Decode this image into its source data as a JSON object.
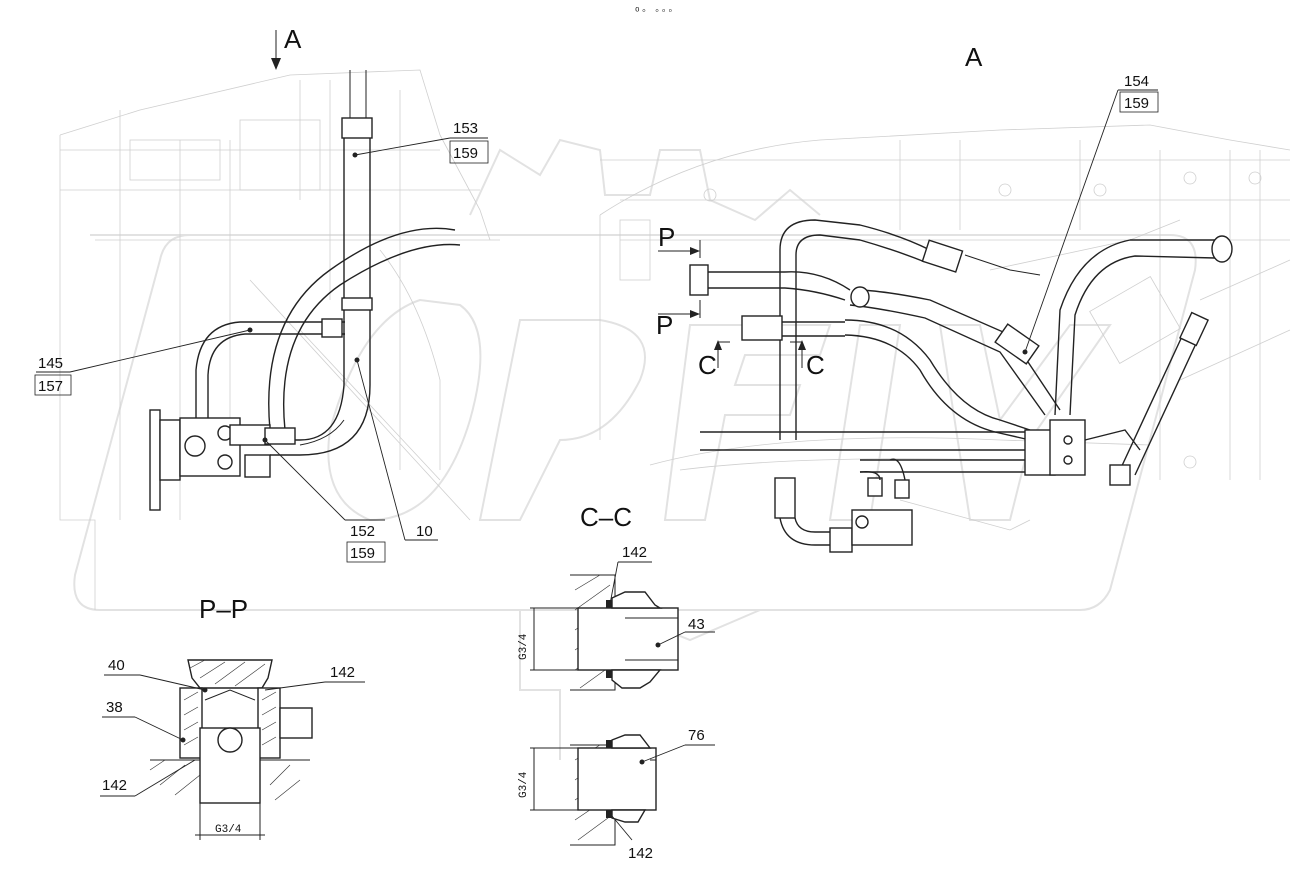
{
  "views": {
    "view_arrow": "A",
    "view_a": "A",
    "section_pp": "P–P",
    "section_cc": "C–C",
    "cut_p_top": "P",
    "cut_p_bottom": "P",
    "cut_c_left": "C",
    "cut_c_right": "C"
  },
  "top_mark": "ᵒ◦ ◦◦◦",
  "callouts": {
    "c153": {
      "num": "153",
      "ref": "159"
    },
    "c145": {
      "num": "145",
      "ref": "157"
    },
    "c152": {
      "num": "152",
      "ref": "159"
    },
    "c10": {
      "num": "10"
    },
    "c154": {
      "num": "154",
      "ref": "159"
    },
    "c142_top": {
      "num": "142"
    },
    "c43": {
      "num": "43"
    },
    "c76": {
      "num": "76"
    },
    "c142_bot": {
      "num": "142"
    },
    "c40": {
      "num": "40"
    },
    "c142_pp": {
      "num": "142"
    },
    "c38": {
      "num": "38"
    },
    "c142_pp2": {
      "num": "142"
    }
  },
  "dims": {
    "g34_pp": "G3/4",
    "g34_cc_top": "G3/4",
    "g34_cc_bot": "G3/4"
  },
  "colors": {
    "line": "#222222",
    "background_lines": "#cfcfcf",
    "watermark": "#e2e2e2"
  }
}
